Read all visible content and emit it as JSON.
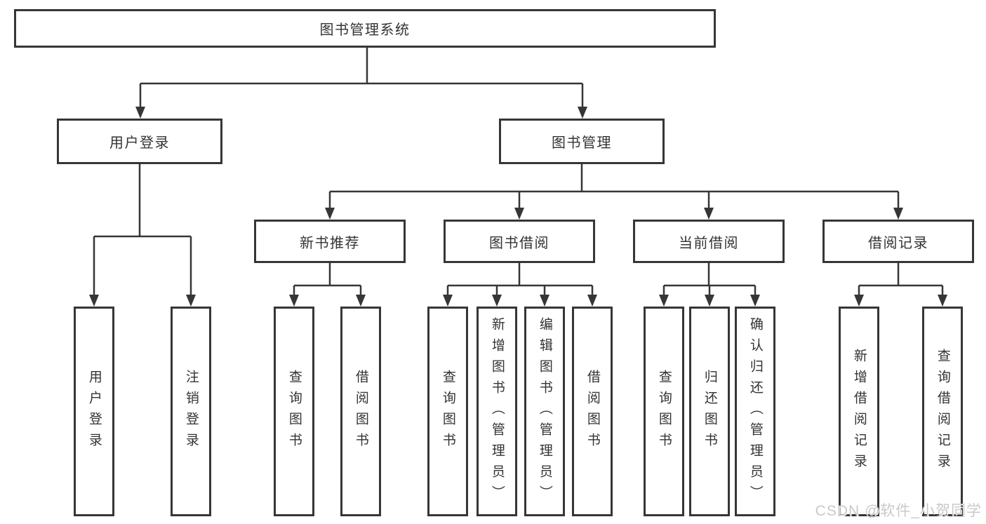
{
  "colors": {
    "box_border": "#363636",
    "connector": "#363636",
    "box_text": "#333333",
    "background": "#ffffff",
    "watermark_text": "#c9c9c9"
  },
  "nodes": {
    "root": {
      "label": "图书管理系统"
    },
    "user_login": {
      "label": "用户登录"
    },
    "book_mgmt": {
      "label": "图书管理"
    },
    "new_book_rec": {
      "label": "新书推荐"
    },
    "book_borrow": {
      "label": "图书借阅"
    },
    "current_borrow": {
      "label": "当前借阅"
    },
    "borrow_record": {
      "label": "借阅记录"
    },
    "leaf_user_login": {
      "label": "用户登录"
    },
    "leaf_logout": {
      "label": "注销登录"
    },
    "leaf_rec_query": {
      "label": "查询图书"
    },
    "leaf_rec_borrow": {
      "label": "借阅图书"
    },
    "leaf_bb_query": {
      "label": "查询图书"
    },
    "leaf_bb_add": {
      "label": "新增图书（管理员）"
    },
    "leaf_bb_edit": {
      "label": "编辑图书（管理员）"
    },
    "leaf_bb_borrow": {
      "label": "借阅图书"
    },
    "leaf_cb_query": {
      "label": "查询图书"
    },
    "leaf_cb_return": {
      "label": "归还图书"
    },
    "leaf_cb_confirm": {
      "label": "确认归还（管理员）"
    },
    "leaf_br_add": {
      "label": "新增借阅记录"
    },
    "leaf_br_query": {
      "label": "查询借阅记录"
    }
  },
  "watermark": {
    "text": "CSDN @软件_小贺同学"
  }
}
